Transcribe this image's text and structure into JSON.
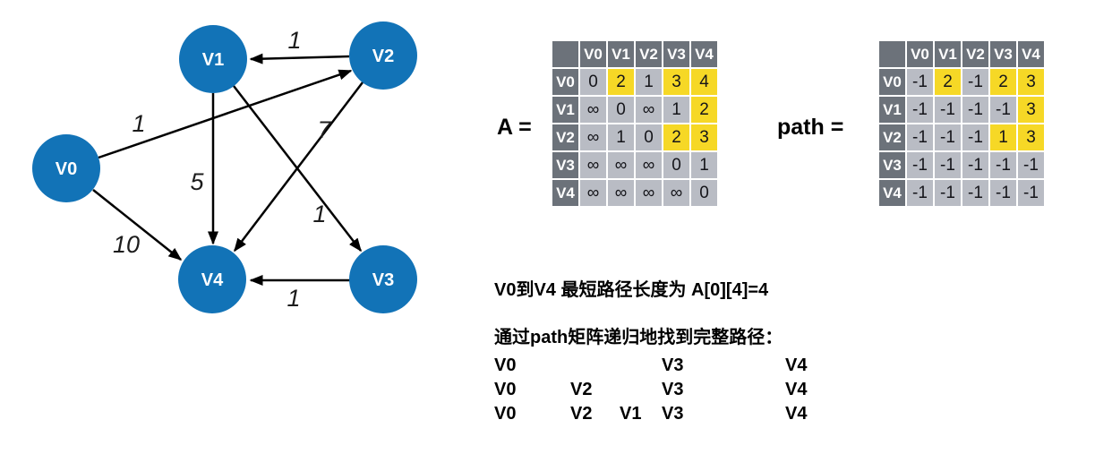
{
  "graph": {
    "node_color": "#1273b7",
    "edge_color": "#000000",
    "nodes": [
      {
        "label": "V0"
      },
      {
        "label": "V1"
      },
      {
        "label": "V2"
      },
      {
        "label": "V3"
      },
      {
        "label": "V4"
      }
    ],
    "edges": [
      {
        "from": "V2",
        "to": "V1",
        "weight": "1"
      },
      {
        "from": "V0",
        "to": "V2",
        "weight": "1"
      },
      {
        "from": "V0",
        "to": "V4",
        "weight": "10"
      },
      {
        "from": "V1",
        "to": "V4",
        "weight": "5"
      },
      {
        "from": "V1",
        "to": "V3",
        "weight": "1"
      },
      {
        "from": "V2",
        "to": "V4",
        "weight": "7"
      },
      {
        "from": "V3",
        "to": "V4",
        "weight": "1"
      }
    ]
  },
  "matrix_a": {
    "label": "A =",
    "col_headers": [
      "V0",
      "V1",
      "V2",
      "V3",
      "V4"
    ],
    "row_headers": [
      "V0",
      "V1",
      "V2",
      "V3",
      "V4"
    ],
    "rows": [
      [
        "0",
        "2",
        "1",
        "3",
        "4"
      ],
      [
        "∞",
        "0",
        "∞",
        "1",
        "2"
      ],
      [
        "∞",
        "1",
        "0",
        "2",
        "3"
      ],
      [
        "∞",
        "∞",
        "∞",
        "0",
        "1"
      ],
      [
        "∞",
        "∞",
        "∞",
        "∞",
        "0"
      ]
    ],
    "highlighted_cells": [
      [
        0,
        1
      ],
      [
        0,
        3
      ],
      [
        0,
        4
      ],
      [
        1,
        4
      ],
      [
        2,
        3
      ],
      [
        2,
        4
      ]
    ],
    "highlight_color": "#f6d826",
    "header_color": "#6c727a",
    "cell_color": "#b9bcc4"
  },
  "matrix_path": {
    "label": "path =",
    "col_headers": [
      "V0",
      "V1",
      "V2",
      "V3",
      "V4"
    ],
    "row_headers": [
      "V0",
      "V1",
      "V2",
      "V3",
      "V4"
    ],
    "rows": [
      [
        "-1",
        "2",
        "-1",
        "2",
        "3"
      ],
      [
        "-1",
        "-1",
        "-1",
        "-1",
        "3"
      ],
      [
        "-1",
        "-1",
        "-1",
        "1",
        "3"
      ],
      [
        "-1",
        "-1",
        "-1",
        "-1",
        "-1"
      ],
      [
        "-1",
        "-1",
        "-1",
        "-1",
        "-1"
      ]
    ],
    "highlighted_cells": [
      [
        0,
        1
      ],
      [
        0,
        3
      ],
      [
        0,
        4
      ],
      [
        1,
        4
      ],
      [
        2,
        3
      ],
      [
        2,
        4
      ]
    ],
    "highlight_color": "#f6d826",
    "header_color": "#6c727a",
    "cell_color": "#b9bcc4"
  },
  "notes": {
    "shortest_path_line": "V0到V4 最短路径长度为 A[0][4]=4",
    "instruction_line": "通过path矩阵递归地找到完整路径：",
    "trace_rows": [
      {
        "cells": [
          "V0",
          "",
          "",
          "V3",
          "V4"
        ]
      },
      {
        "cells": [
          "V0",
          "V2",
          "",
          "V3",
          "V4"
        ]
      },
      {
        "cells": [
          "V0",
          "V2",
          "V1",
          "V3",
          "V4"
        ]
      }
    ]
  }
}
